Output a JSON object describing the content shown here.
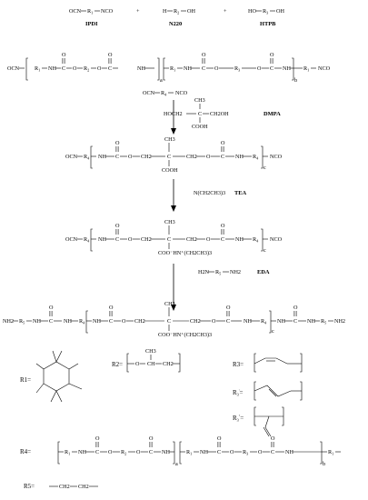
{
  "reactants": {
    "ipdi": {
      "formula": "OCN—R1—NCO",
      "name": "IPDI"
    },
    "plus_1": "+",
    "n220": {
      "formula": "H—R2—OH",
      "name": "N220"
    },
    "plus_2": "+",
    "htpb": {
      "formula": "HO—R3—OH",
      "name": "HTPB"
    }
  },
  "step1": {
    "prepolymer": "OCN—R1—NH—C(=O)—O—R2—O—C(=O)—NH—R1—NH—C(=O)—O—R3—O—C(=O)—NH—R1—NCO",
    "sub_a": "a",
    "sub_b": "b",
    "reagent_formula": "OCN—R4—NCO",
    "dmpa_formula": "HOCH2—C(CH3)(COOH)—CH2OH",
    "dmpa_name": "DMPA"
  },
  "step2": {
    "product": "OCN—R4—NH—C(=O)—O—CH2—C(CH3)(COOH)—CH2—O—C(=O)—NH—R4—NCO",
    "sub_c": "c",
    "reagent_formula": "N(CH2CH3)3",
    "reagent_name": "TEA"
  },
  "step3": {
    "product": "OCN—R4—NH—C(=O)—O—CH2—C(CH3)(COO−HN+(CH2CH3)3)—CH2—O—C(=O)—NH—R4—NCO",
    "sub_c": "c",
    "reagent_formula": "H2N—R5—NH2",
    "reagent_name": "EDA"
  },
  "final": {
    "product": "NH2—R5—NH—C(=O)—NH—R4—NH—C(=O)—O—CH2—C(CH3)(COO−HN+(CH2CH3)3)—CH2—O—C(=O)—NH—R4—NH—C(=O)—NH—R5—NH2",
    "sub_c": "c"
  },
  "legend": {
    "r1": "R1=",
    "r2": "R2=",
    "r2_struct": "—O—CH(CH3)—CH2—",
    "r3": "R3=",
    "r3_struct": "—CH2—CH=CH—CH2— (cis)",
    "r3p": "R3'=",
    "r3p_struct": "—CH2—CH=CH—CH2— (trans)",
    "r3pp": "R3''=",
    "r3pp_struct": "—CH2—CH(CH=CH2)—",
    "r4": "R4=",
    "r4_struct": "—R1—NH—C(=O)—O—R2—O—C(=O)—NH—R1—NH—C(=O)—O—R3—O—C(=O)—NH—R1—",
    "r4_sub_a": "a",
    "r4_sub_b": "b",
    "r5": "R5=",
    "r5_struct": "—CH2—CH2—"
  },
  "atoms": {
    "O": "O",
    "C": "C",
    "NH": "NH",
    "OCN": "OCN",
    "NCO": "NCO",
    "CH2": "CH2",
    "CH3": "CH3",
    "COOH": "COOH",
    "NH2": "NH2",
    "HOCH2": "HOCH2",
    "CH2OH": "CH2OH",
    "COO_salt": "COO⁻HN⁺(CH2CH3)3",
    "H": "H",
    "HO": "HO",
    "OH": "OH",
    "H2N": "H2N",
    "CH": "CH"
  }
}
